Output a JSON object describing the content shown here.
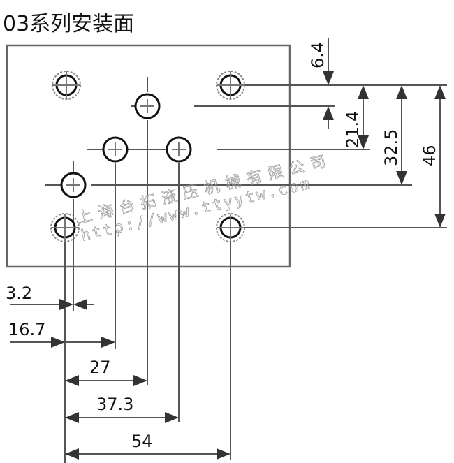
{
  "title": "03系列安装面",
  "dimensions": {
    "d6_4": "6.4",
    "d21_4": "21.4",
    "d32_5": "32.5",
    "d46": "46",
    "d3_2": "3.2",
    "d16_7": "16.7",
    "d27": "27",
    "d37_3": "37.3",
    "d54": "54"
  },
  "watermark": {
    "company": "上海台拓液压机械有限公司",
    "url": "http://www.ttyytw.com"
  }
}
